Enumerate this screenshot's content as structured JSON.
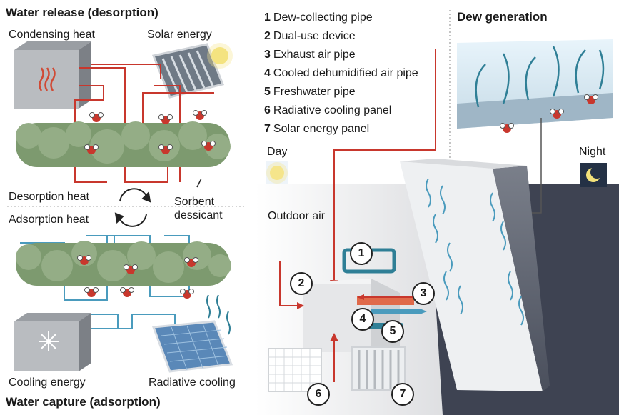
{
  "left": {
    "release_title": "Water release (desorption)",
    "condensing_heat": "Condensing heat",
    "solar_energy": "Solar energy",
    "desorption_heat": "Desorption heat",
    "sorbent": "Sorbent",
    "dessicant": "dessicant",
    "adsorption_heat": "Adsorption heat",
    "cooling_energy": "Cooling energy",
    "radiative_cooling": "Radiative cooling",
    "capture_title": "Water capture (adsorption)"
  },
  "legend": [
    {
      "num": "1",
      "text": "Dew-collecting pipe"
    },
    {
      "num": "2",
      "text": "Dual-use device"
    },
    {
      "num": "3",
      "text": "Exhaust air pipe"
    },
    {
      "num": "4",
      "text": "Cooled dehumidified air pipe"
    },
    {
      "num": "5",
      "text": "Freshwater pipe"
    },
    {
      "num": "6",
      "text": "Radiative cooling panel"
    },
    {
      "num": "7",
      "text": "Solar energy panel"
    }
  ],
  "right": {
    "dew_title": "Dew generation",
    "day": "Day",
    "night": "Night",
    "outdoor_air": "Outdoor air"
  },
  "callouts": [
    "1",
    "2",
    "3",
    "4",
    "5",
    "6",
    "7"
  ],
  "colors": {
    "red": "#c8372d",
    "blue": "#4a9bbd",
    "teal": "#2f7f96",
    "dark_ground": "#3e4352",
    "sorbent_green": "#7d9a6f"
  }
}
